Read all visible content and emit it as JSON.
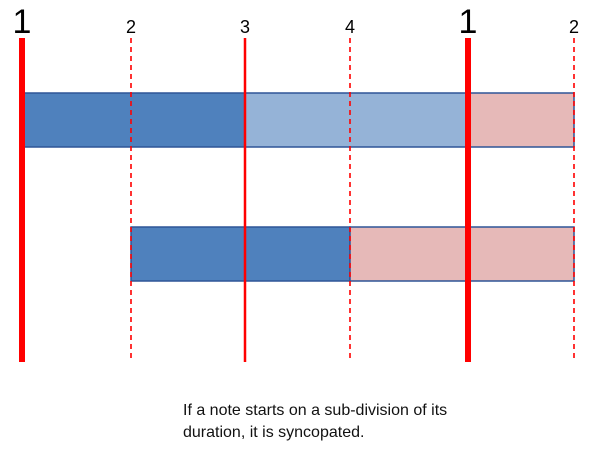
{
  "beats": [
    {
      "label": "1",
      "type": "strong"
    },
    {
      "label": "2",
      "type": "subdivision"
    },
    {
      "label": "3",
      "type": "beat"
    },
    {
      "label": "4",
      "type": "subdivision"
    },
    {
      "label": "1",
      "type": "strong"
    },
    {
      "label": "2",
      "type": "subdivision"
    }
  ],
  "notes": [
    {
      "row": 1,
      "start": 0,
      "segments": [
        {
          "from": 0,
          "to": 2,
          "color": "#4f81bd"
        },
        {
          "from": 2,
          "to": 4,
          "color": "#95b3d7"
        },
        {
          "from": 4,
          "to": 5,
          "color": "#e6b9b8"
        }
      ]
    },
    {
      "row": 2,
      "start": 1,
      "segments": [
        {
          "from": 1,
          "to": 3,
          "color": "#4f81bd"
        },
        {
          "from": 3,
          "to": 5,
          "color": "#e6b9b8"
        }
      ]
    }
  ],
  "colors": {
    "line": "#ff0000",
    "note_outline": "#2e5597"
  },
  "caption": {
    "line1": "If a note starts on a sub-division of its",
    "line2": "duration, it is syncopated."
  }
}
